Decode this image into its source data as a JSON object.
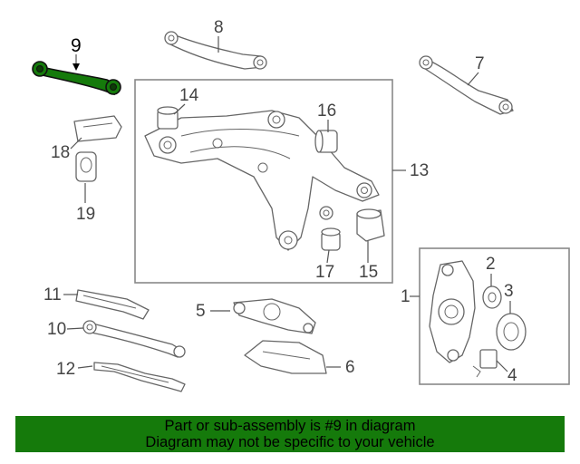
{
  "labels": {
    "l1": "1",
    "l2": "2",
    "l3": "3",
    "l4": "4",
    "l5": "5",
    "l6": "6",
    "l7": "7",
    "l8": "8",
    "l9": "9",
    "l10": "10",
    "l11": "11",
    "l12": "12",
    "l13": "13",
    "l14": "14",
    "l15": "15",
    "l16": "16",
    "l17": "17",
    "l18": "18",
    "l19": "19"
  },
  "colors": {
    "highlight": "#157a0b",
    "banner": "#157a0b"
  },
  "footer": {
    "line1": "Part or sub-assembly is #9 in diagram",
    "line2": "Diagram may not be specific to your vehicle"
  }
}
